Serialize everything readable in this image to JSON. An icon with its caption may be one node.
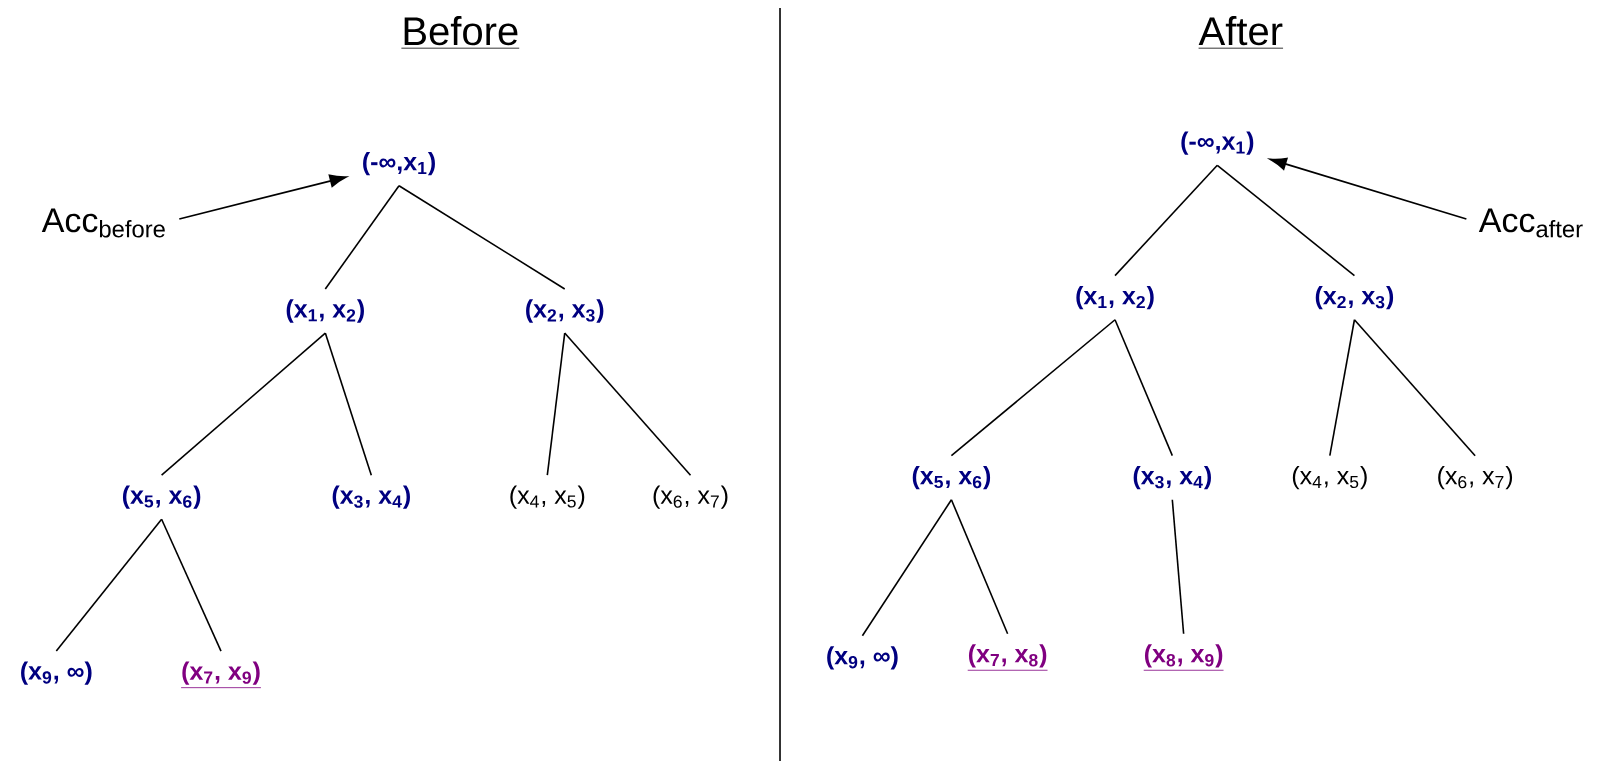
{
  "diagram": {
    "nodes": [
      {
        "text": [
          "(-∞,x$_{1}$)"
        ]
      },
      {
        "text": [
          "Acc$_{before}$"
        ]
      },
      {
        "text": [
          "(x$_{1}$, x$_{2}$)"
        ]
      },
      {
        "text": [
          "(x$_{2}$, x$_{3}$)"
        ]
      },
      {
        "text": [
          "(x$_{5}$, x$_{6}$)"
        ]
      },
      {
        "text": [
          "(x$_{3}$, x$_{4}$)"
        ]
      },
      {
        "text": [
          "(x$_{4}$, x$_{5}$)"
        ]
      },
      {
        "text": [
          "(x$_{6}$, x$_{7}$)"
        ]
      },
      {
        "text": [
          "(x$_{9}$, ∞)"
        ]
      },
      {
        "text": [
          "(x$_{7}$, x$_{9}$)"
        ]
      },
      {
        "text": [
          "(-∞,x$_{1}$)"
        ]
      },
      {
        "text": [
          "Acc$_{after}$"
        ]
      },
      {
        "text": [
          "(x$_{1}$, x$_{2}$)"
        ]
      },
      {
        "text": [
          "(x$_{2}$, x$_{3}$)"
        ]
      },
      {
        "text": [
          "(x$_{5}$, x$_{6}$)"
        ]
      },
      {
        "text": [
          "(x$_{3}$, x$_{4}$)"
        ]
      },
      {
        "text": [
          "(x$_{4}$, x$_{5}$)"
        ]
      },
      {
        "text": [
          "(x$_{6}$, x$_{7}$)"
        ]
      },
      {
        "text": [
          "(x$_{9}$, ∞)"
        ]
      },
      {
        "text": [
          "(x$_{7}$, x$_{8}$)"
        ]
      },
      {
        "text": [
          "(x$_{8}$, x$_{9}$)"
        ]
      }
    ],
    "edges": [
      {
        "from": 1,
        "to": 0,
        "arrow": "to"
      },
      {
        "from": 0,
        "to": 2,
        "arrow": "none"
      },
      {
        "from": 0,
        "to": 3,
        "arrow": "none"
      },
      {
        "from": 2,
        "to": 4,
        "arrow": "none"
      },
      {
        "from": 2,
        "to": 5,
        "arrow": "none"
      },
      {
        "from": 3,
        "to": 6,
        "arrow": "none"
      },
      {
        "from": 3,
        "to": 7,
        "arrow": "none"
      },
      {
        "from": 4,
        "to": 8,
        "arrow": "none"
      },
      {
        "from": 4,
        "to": 9,
        "arrow": "none"
      },
      {
        "from": 11,
        "to": 10,
        "arrow": "to"
      },
      {
        "from": 10,
        "to": 12,
        "arrow": "none"
      },
      {
        "from": 10,
        "to": 13,
        "arrow": "none"
      },
      {
        "from": 12,
        "to": 14,
        "arrow": "none"
      },
      {
        "from": 12,
        "to": 15,
        "arrow": "none"
      },
      {
        "from": 13,
        "to": 16,
        "arrow": "none"
      },
      {
        "from": 13,
        "to": 17,
        "arrow": "none"
      },
      {
        "from": 14,
        "to": 18,
        "arrow": "none"
      },
      {
        "from": 14,
        "to": 19,
        "arrow": "none"
      },
      {
        "from": 15,
        "to": 20,
        "arrow": "none"
      }
    ],
    "labels": [
      "Before",
      "After"
    ]
  }
}
